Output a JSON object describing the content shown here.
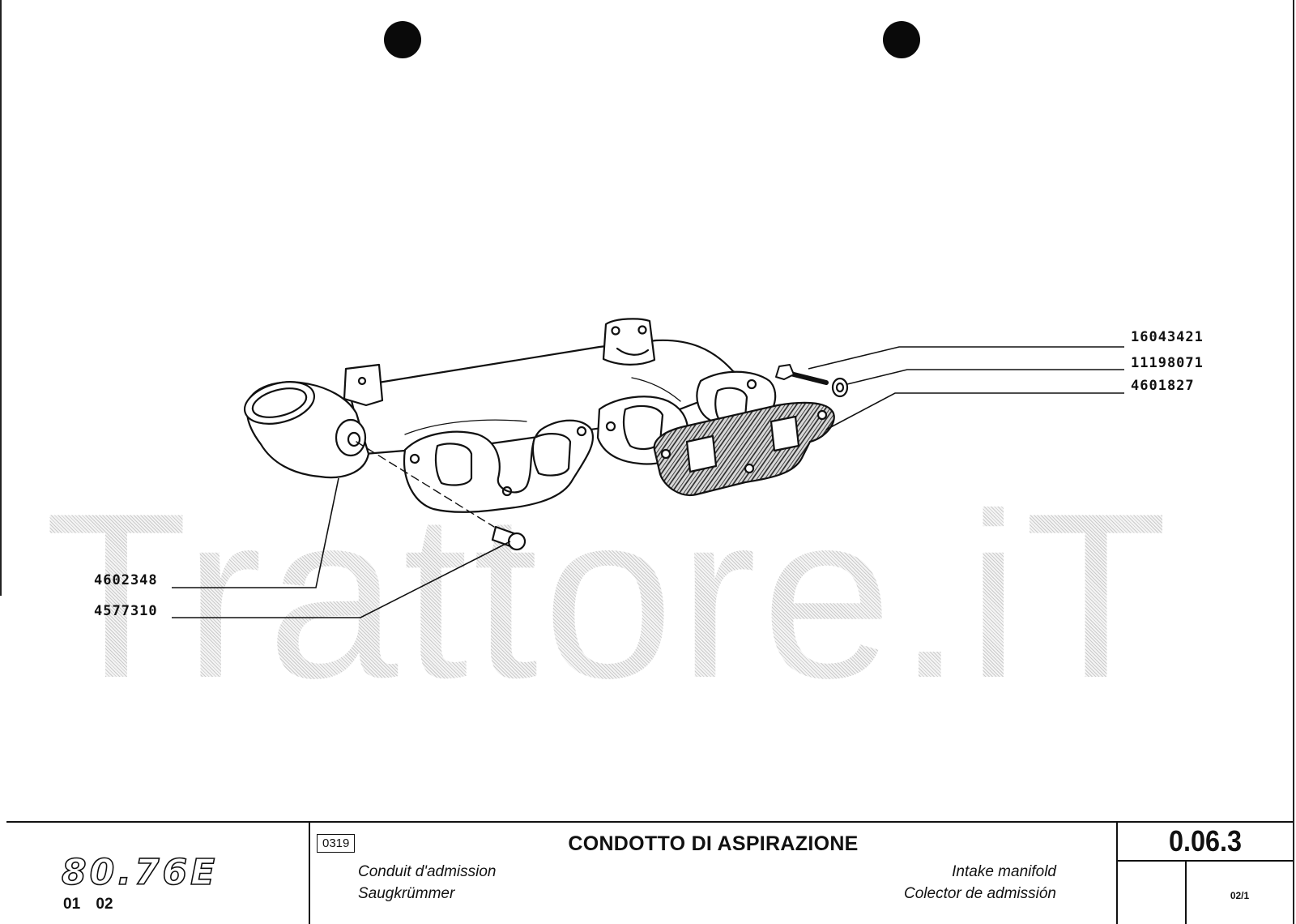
{
  "watermark": {
    "text": "Trattore.iT"
  },
  "callouts": [
    {
      "id": "bolt",
      "part_number": "16043421"
    },
    {
      "id": "washer",
      "part_number": "11198071"
    },
    {
      "id": "gasket",
      "part_number": "4601827"
    },
    {
      "id": "manifold",
      "part_number": "4602348"
    },
    {
      "id": "plug",
      "part_number": "4577310"
    }
  ],
  "title_block": {
    "model": "80.76E",
    "model_suffix": "01  02",
    "group_code": "0319",
    "title_it": "CONDOTTO DI ASPIRAZIONE",
    "title_fr": "Conduit d'admission",
    "title_de": "Saugkrümmer",
    "title_en": "Intake manifold",
    "title_es": "Colector de admissión",
    "section_number": "0.06.3",
    "sheet_number": "02/1"
  },
  "colors": {
    "ink": "#111111",
    "watermark": "#c9c9c9",
    "paper": "#ffffff"
  }
}
